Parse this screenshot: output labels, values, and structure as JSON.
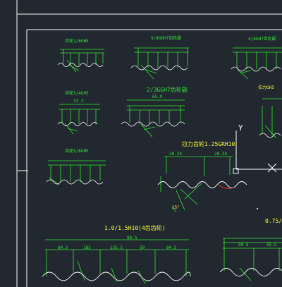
{
  "drawing": {
    "colors": {
      "background": "#212830",
      "frame": "#ffffff",
      "geometry": "#ffffff",
      "dimension": "#32e632",
      "text": "#ffff3c",
      "accent_curve": "#ff3030"
    },
    "views": {
      "a": {
        "title": "齿轮1/6GH5"
      },
      "b": {
        "title": "5/4GGH7齿轮副"
      },
      "c": {
        "title": "4/6GH7齿轮副"
      },
      "d": {
        "title": "齿轮5/4GH5",
        "dim": "32.2"
      },
      "e": {
        "title": "2/3GGH7齿轮副",
        "dim": "65.9"
      },
      "f": {
        "title": "拉力GH5"
      },
      "g": {
        "title": "齿轮5/6GH5"
      },
      "h": {
        "title": "拉力齿轮1.25GRH10",
        "dim1": "20.24",
        "dim2": "20.24",
        "angle": "15°"
      },
      "i": {
        "title": "1.0/1.5H10(4齿齿轮)",
        "total": "88.5",
        "dims": [
          "84.5",
          "185",
          "125.5",
          "50",
          "84.5"
        ]
      },
      "j": {
        "title": "0.75/",
        "dims": [
          "50.5",
          "55.5"
        ]
      }
    },
    "ucs": {
      "y_axis": "Y",
      "x_axis": "X"
    }
  }
}
